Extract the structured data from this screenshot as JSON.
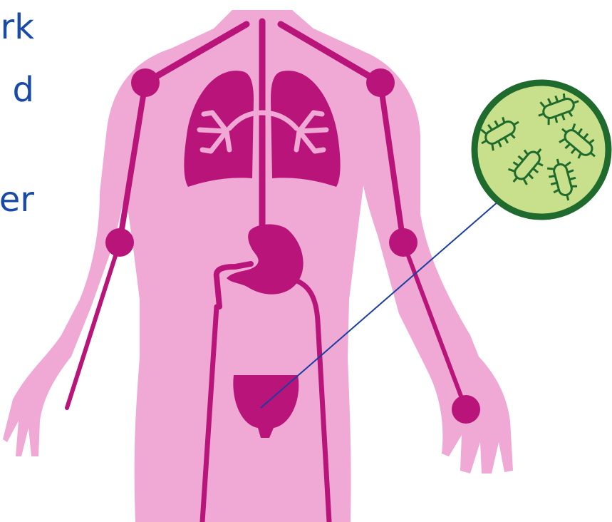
{
  "text_fragments": [
    "rk",
    "d",
    "er"
  ],
  "colors": {
    "text": "#1a4aa8",
    "body": "#f0a8d4",
    "organ": "#b8147a",
    "bronchi": "#f0a8d4",
    "magnifier_fill": "#c8e08c",
    "magnifier_ring": "#1f6b2e",
    "bacteria_stroke": "#1f6b2e",
    "pointer_line": "#1a3ea0"
  },
  "icons": {
    "figure": "human-body-icon",
    "lungs": "lungs-icon",
    "stomach": "stomach-icon",
    "bladder": "bladder-icon",
    "magnifier": "magnifier-circle-icon",
    "bacteria": "bacteria-icon"
  }
}
